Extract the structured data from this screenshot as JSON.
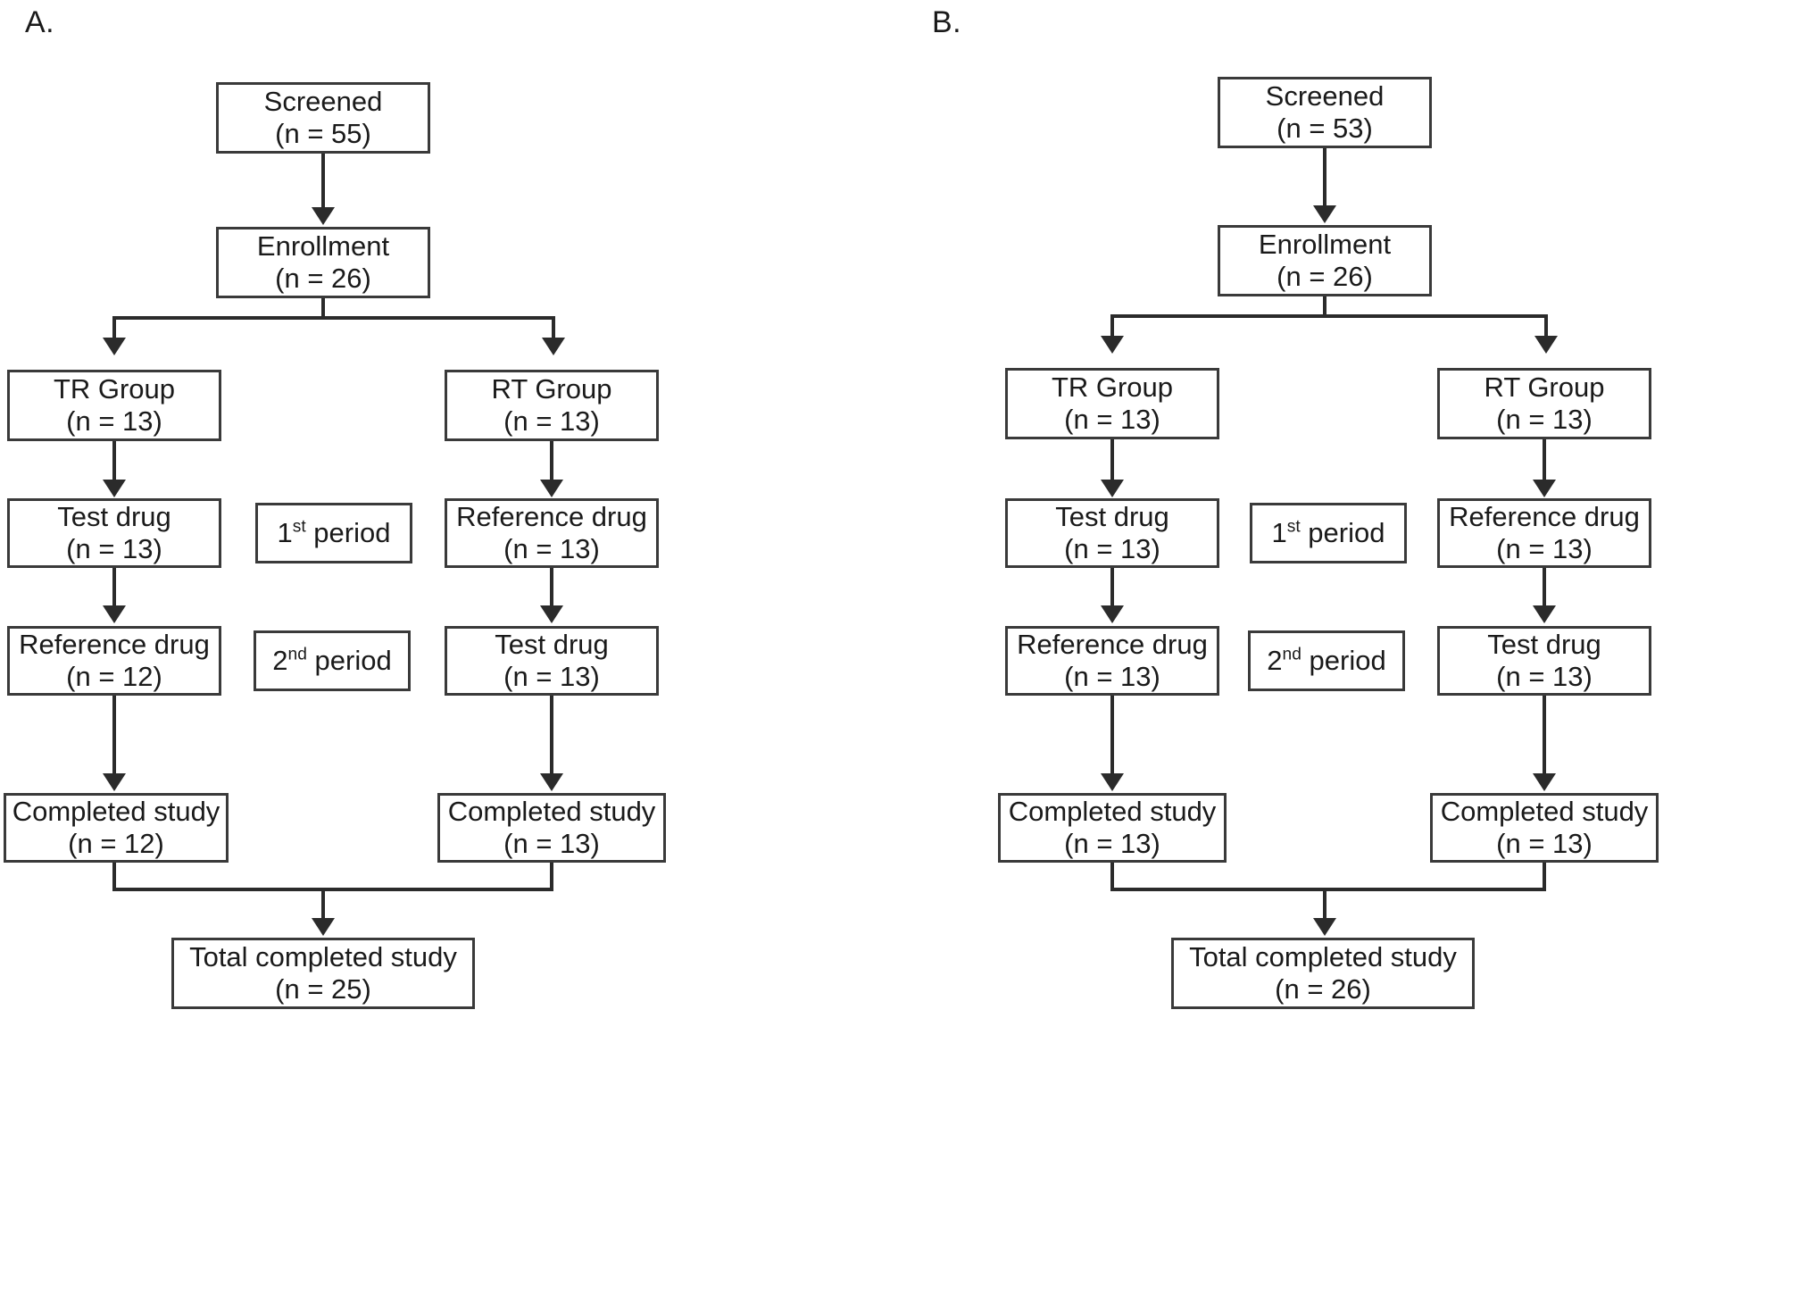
{
  "figure": {
    "type": "consort-flow-diagram",
    "panel_count": 2
  },
  "panels": [
    {
      "id": "A",
      "label": "A.",
      "nodes": {
        "screened": {
          "line1": "Screened",
          "line2": "(n = 55)"
        },
        "enrollment": {
          "line1": "Enrollment",
          "line2": "(n = 26)"
        },
        "tr_group": {
          "line1": "TR Group",
          "line2": "(n = 13)"
        },
        "rt_group": {
          "line1": "RT Group",
          "line2": "(n = 13)"
        },
        "p1_left": {
          "line1": "Test drug",
          "line2": "(n = 13)"
        },
        "p1_right": {
          "line1": "Reference drug",
          "line2": "(n = 13)"
        },
        "p2_left": {
          "line1": "Reference drug",
          "line2": "(n = 12)"
        },
        "p2_right": {
          "line1": "Test drug",
          "line2": "(n = 13)"
        },
        "completed_left": {
          "line1": "Completed study",
          "line2": "(n = 12)"
        },
        "completed_right": {
          "line1": "Completed study",
          "line2": "(n = 13)"
        },
        "total": {
          "line1": "Total completed study",
          "line2": "(n = 25)"
        }
      },
      "period_labels": {
        "first_prefix": "1",
        "first_sup": "st",
        "first_suffix": " period",
        "second_prefix": "2",
        "second_sup": "nd",
        "second_suffix": " period"
      }
    },
    {
      "id": "B",
      "label": "B.",
      "nodes": {
        "screened": {
          "line1": "Screened",
          "line2": "(n = 53)"
        },
        "enrollment": {
          "line1": "Enrollment",
          "line2": "(n = 26)"
        },
        "tr_group": {
          "line1": "TR Group",
          "line2": "(n = 13)"
        },
        "rt_group": {
          "line1": "RT Group",
          "line2": "(n = 13)"
        },
        "p1_left": {
          "line1": "Test drug",
          "line2": "(n = 13)"
        },
        "p1_right": {
          "line1": "Reference drug",
          "line2": "(n = 13)"
        },
        "p2_left": {
          "line1": "Reference drug",
          "line2": "(n = 13)"
        },
        "p2_right": {
          "line1": "Test drug",
          "line2": "(n = 13)"
        },
        "completed_left": {
          "line1": "Completed study",
          "line2": "(n = 13)"
        },
        "completed_right": {
          "line1": "Completed study",
          "line2": "(n = 13)"
        },
        "total": {
          "line1": "Total completed study",
          "line2": "(n = 26)"
        }
      },
      "period_labels": {
        "first_prefix": "1",
        "first_sup": "st",
        "first_suffix": " period",
        "second_prefix": "2",
        "second_sup": "nd",
        "second_suffix": " period"
      }
    }
  ],
  "colors": {
    "box_border": "#3a3a3a",
    "connector": "#2b2b2b",
    "text": "#1a1a1a",
    "background": "#ffffff"
  }
}
